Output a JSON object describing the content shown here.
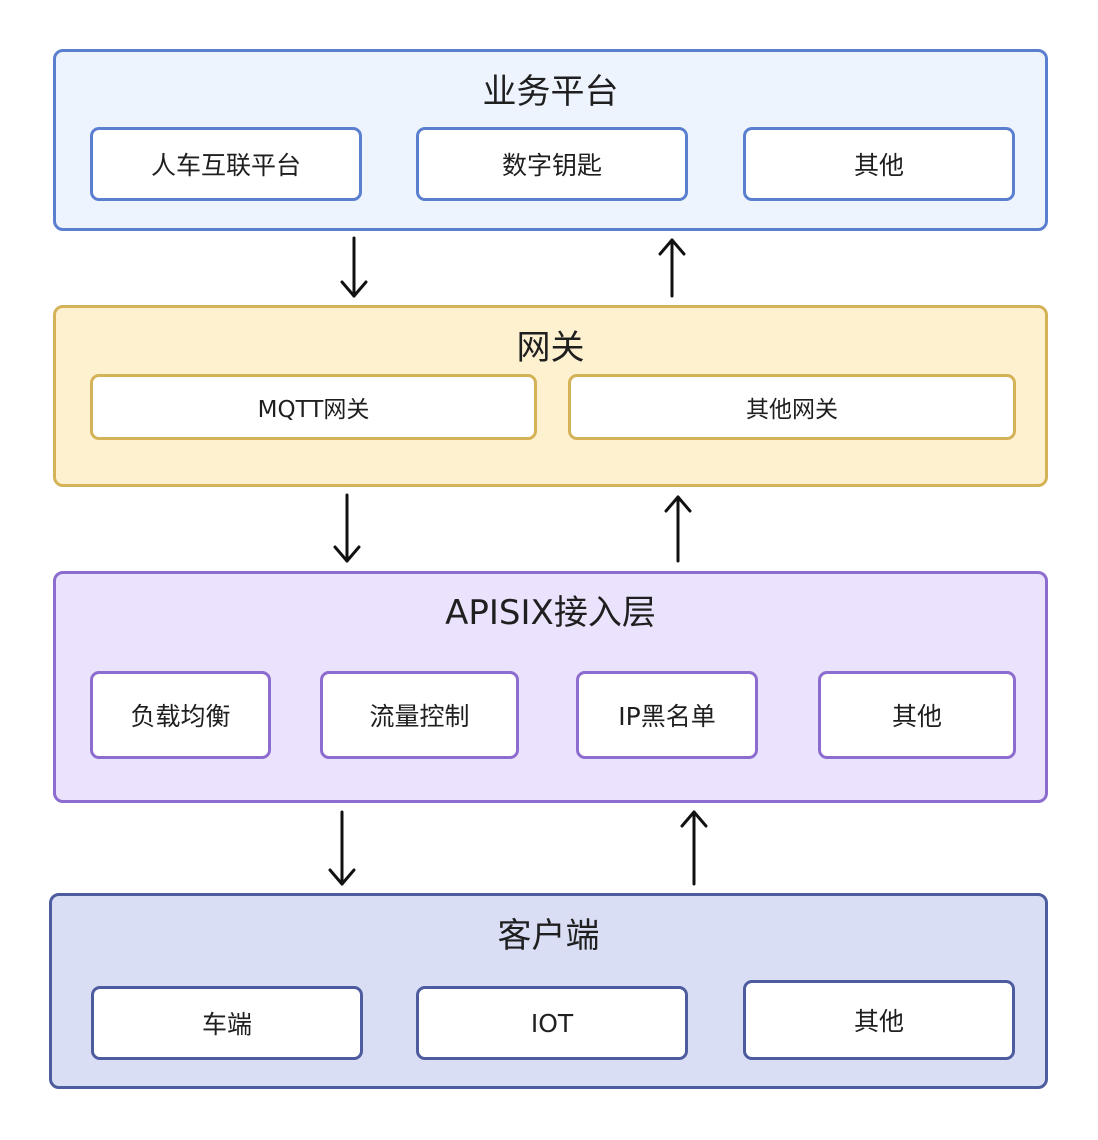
{
  "layers": {
    "business": {
      "title": "业务平台",
      "items": [
        "人车互联平台",
        "数字钥匙",
        "其他"
      ]
    },
    "gateway": {
      "title": "网关",
      "items": [
        "MQTT网关",
        "其他网关"
      ]
    },
    "apisix": {
      "title": "APISIX接入层",
      "items": [
        "负载均衡",
        "流量控制",
        "IP黑名单",
        "其他"
      ]
    },
    "client": {
      "title": "客户端",
      "items": [
        "车端",
        "IOT",
        "其他"
      ]
    }
  },
  "colors": {
    "business_fill": "#eef4fd",
    "business_border": "#5b7fcf",
    "gateway_fill": "#fdf1d0",
    "gateway_border": "#d4b257",
    "apisix_fill": "#ebe2fd",
    "apisix_border": "#8c6cce",
    "client_fill": "#d9def4",
    "client_border": "#4d5b9f",
    "arrow": "#111111"
  }
}
